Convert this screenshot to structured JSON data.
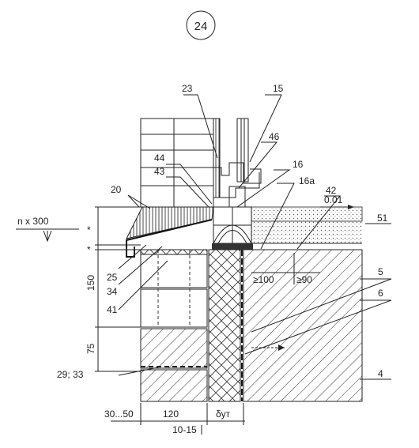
{
  "detail_number": "24",
  "callouts": {
    "c23": "23",
    "c15": "15",
    "c46": "46",
    "c44": "44",
    "c43": "43",
    "c16": "16",
    "c16a": "16a",
    "c42": "42",
    "c20": "20",
    "c51": "51",
    "c5": "5",
    "c6": "6",
    "c4": "4",
    "c25": "25",
    "c34": "34",
    "c41": "41",
    "c29_33": "29; 33"
  },
  "dimensions": {
    "pitch": "n x 300",
    "slope": "0.01",
    "min_100": "≥100",
    "min_90": "≥90",
    "d150": "150",
    "d75": "75",
    "star": "*",
    "d30_50": "30...50",
    "d120": "120",
    "d_ut": "δут",
    "d10_15": "10-15"
  }
}
